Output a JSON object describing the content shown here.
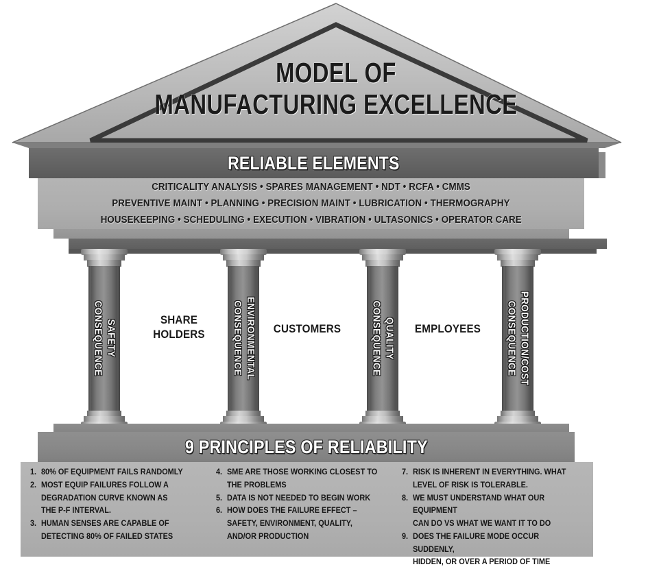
{
  "pediment": {
    "title_line1": "MODEL OF",
    "title_line2": "MANUFACTURING EXCELLENCE"
  },
  "entablature": {
    "band_label": "RELIABLE ELEMENTS",
    "elements_lines": [
      "CRITICALITY ANALYSIS • SPARES MANAGEMENT • NDT • RCFA • CMMS",
      "PREVENTIVE MAINT • PLANNING • PRECISION MAINT • LUBRICATION • THERMOGRAPHY",
      "HOUSEKEEPING • SCHEDULING • EXECUTION • VIBRATION • ULTASONICS • OPERATOR CARE"
    ]
  },
  "columns": [
    {
      "line1": "SAFETY",
      "line2": "CONSEQUENCE"
    },
    {
      "line1": "ENVIRONMENTAL",
      "line2": "CONSEQUENCE"
    },
    {
      "line1": "QUALITY",
      "line2": "CONSEQUENCE"
    },
    {
      "line1": "PRODUCTION/COST",
      "line2": "CONSEQUENCE"
    }
  ],
  "gap_labels": [
    {
      "line1": "SHARE",
      "line2": "HOLDERS"
    },
    {
      "line1": "CUSTOMERS",
      "line2": ""
    },
    {
      "line1": "EMPLOYEES",
      "line2": ""
    }
  ],
  "stylobate": {
    "band_label": "9 PRINCIPLES OF RELIABILITY"
  },
  "principles": {
    "col1": [
      {
        "num": "1.",
        "text": "80% OF EQUIPMENT FAILS RANDOMLY"
      },
      {
        "num": "2.",
        "text": "MOST EQUIP FAILURES FOLLOW A\nDEGRADATION CURVE KNOWN AS\nTHE  P-F INTERVAL."
      },
      {
        "num": "3.",
        "text": "HUMAN SENSES ARE CAPABLE OF\nDETECTING 80% OF FAILED STATES"
      }
    ],
    "col2": [
      {
        "num": "4.",
        "text": "SME ARE THOSE WORKING CLOSEST TO\nTHE PROBLEMS"
      },
      {
        "num": "5.",
        "text": "DATA IS NOT NEEDED TO BEGIN WORK"
      },
      {
        "num": "6.",
        "text": "HOW DOES THE FAILURE EFFECT –\nSAFETY, ENVIRONMENT, QUALITY,\nAND/OR PRODUCTION"
      }
    ],
    "col3": [
      {
        "num": "7.",
        "text": "RISK IS INHERENT IN EVERYTHING. WHAT\nLEVEL OF RISK IS TOLERABLE."
      },
      {
        "num": "8.",
        "text": "WE MUST UNDERSTAND WHAT OUR EQUIPMENT\nCAN DO VS WHAT WE WANT IT TO DO"
      },
      {
        "num": "9.",
        "text": "DOES THE FAILURE MODE OCCUR SUDDENLY,\nHIDDEN, OR OVER A PERIOD OF TIME"
      }
    ]
  },
  "colors": {
    "pediment_fill": "#b9b9b9",
    "pediment_outline": "#3a3a3a",
    "band_dark": "#636363",
    "band_light": "#b0b0b0",
    "column_shaft": "#7e7e7e",
    "text_dark": "#161616",
    "text_light": "#ffffff"
  }
}
